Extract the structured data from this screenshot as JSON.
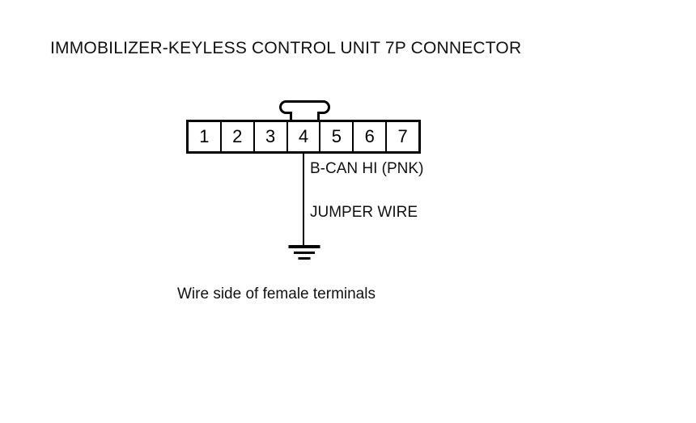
{
  "diagram": {
    "title": "IMMOBILIZER-KEYLESS CONTROL UNIT 7P CONNECTOR",
    "caption": "Wire side of female terminals",
    "background_color": "#ffffff",
    "line_color": "#000000",
    "connector": {
      "pin_count": 7,
      "pins": [
        {
          "number": "1"
        },
        {
          "number": "2"
        },
        {
          "number": "3"
        },
        {
          "number": "4"
        },
        {
          "number": "5"
        },
        {
          "number": "6"
        },
        {
          "number": "7"
        }
      ],
      "latch_icon": "connector-latch-tab"
    },
    "wire": {
      "from_pin": "4",
      "signal_label": "B-CAN HI (PNK)",
      "type_label": "JUMPER WIRE",
      "termination_icon": "ground-symbol"
    }
  }
}
